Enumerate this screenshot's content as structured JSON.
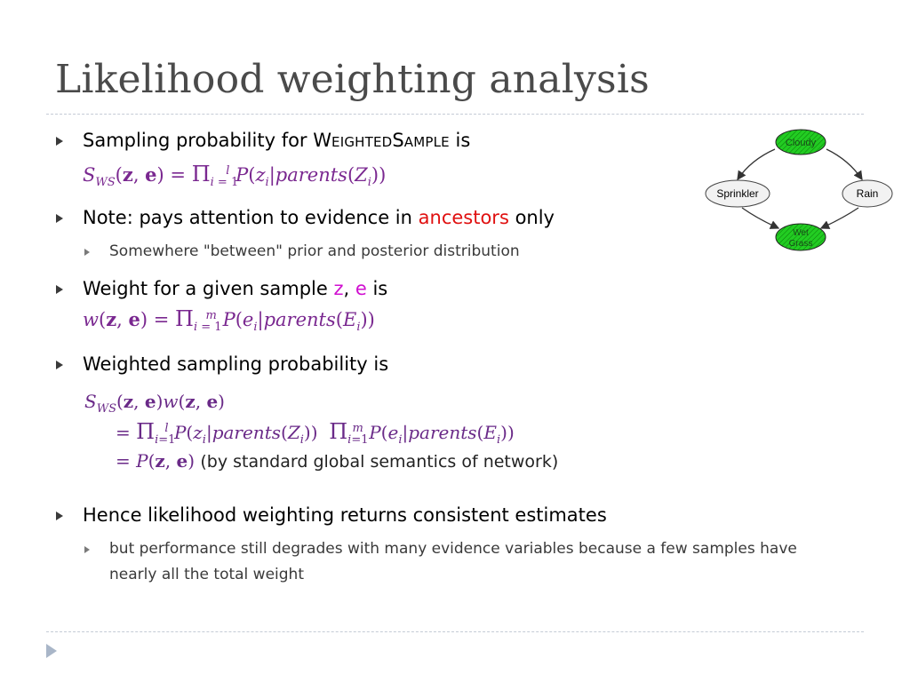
{
  "title": "Likelihood weighting analysis",
  "bullets": {
    "b1_pre": "Sampling probability for ",
    "b1_W": "W",
    "b1_eighted": "EIGHTED",
    "b1_S": "S",
    "b1_ample": "AMPLE",
    "b1_post": " is",
    "b2_pre": "Note: pays attention to evidence in ",
    "b2_highlight": "ancestors",
    "b2_post": " only",
    "b2_sub": "Somewhere \"between\" prior and posterior distribution",
    "b3_pre": "Weight for a given sample ",
    "b3_z": "z",
    "b3_comma": ", ",
    "b3_e": "e",
    "b3_post": " is",
    "b4": "Weighted sampling probability is",
    "b5": "Hence likelihood weighting returns consistent estimates",
    "b5_sub": "but performance still degrades with many evidence variables because a few samples have nearly all the total weight"
  },
  "math": {
    "note": "(by standard global semantics of network)"
  },
  "network": {
    "nodes": {
      "cloudy": "Cloudy",
      "sprinkler": "Sprinkler",
      "rain": "Rain",
      "wet_line1": "Wet",
      "wet_line2": "Grass"
    },
    "colors": {
      "evidence_fill": "#22cc22",
      "node_fill": "#f2f2f2"
    }
  },
  "colors": {
    "title": "#4a4a4a",
    "highlight_red": "#e01010",
    "highlight_magenta": "#d010d0",
    "math": "#7a2890"
  }
}
